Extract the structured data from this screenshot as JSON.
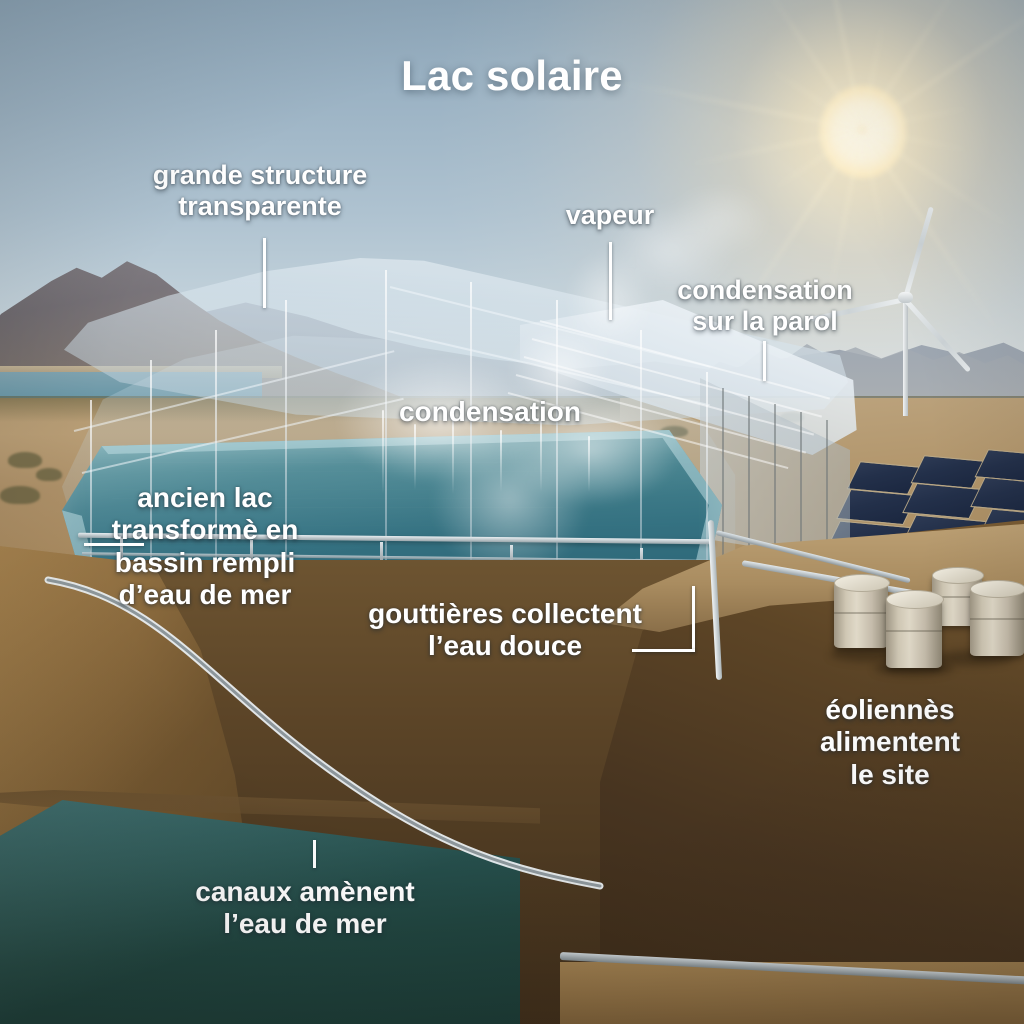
{
  "title": "Lac solaire",
  "annotations": [
    {
      "id": "grande-structure-transparente",
      "text": "grande structure\ntransparente"
    },
    {
      "id": "vapeur",
      "text": "vapeur"
    },
    {
      "id": "condensation-sur-la-parol",
      "text": "condensation\nsur la parol"
    },
    {
      "id": "condensation",
      "text": "condensation"
    },
    {
      "id": "ancien-lac",
      "text": "ancien lac\ntransformè en\nbassin rempli\nd’eau de mer"
    },
    {
      "id": "gouttieres",
      "text": "gouttières collectent\nl’eau douce"
    },
    {
      "id": "eoliennes",
      "text": "éoliennès\nalimentent\nle site"
    },
    {
      "id": "canaux",
      "text": "canaux amènent\nl’eau de mer"
    }
  ],
  "scene": {
    "sun_label": "sun",
    "turbine_label": "wind-turbine",
    "solar_label": "solar-panel-array",
    "barrels_label": "storage-barrels",
    "greenhouse_label": "transparent-greenhouse",
    "basin_label": "seawater-basin",
    "channel_label": "seawater-channel",
    "mountains_label": "mountain-range",
    "sea_label": "sea"
  },
  "colors": {
    "sky_top": "#8fa8bb",
    "sky_bottom": "#dfe4e5",
    "sun": "#fff8e2",
    "basin_water": "#347181",
    "channel_water": "#27514f",
    "earth": "#5b4427",
    "sand": "#b49b74",
    "solar_panel": "#23304a",
    "label_text": "#ffffff"
  }
}
